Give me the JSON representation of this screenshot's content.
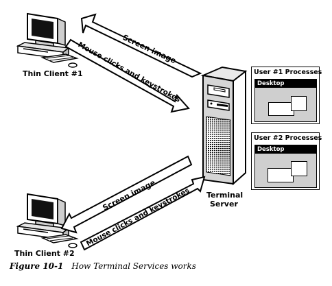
{
  "clients": [
    {
      "label": "Thin Client #1"
    },
    {
      "label": "Thin Client #2"
    }
  ],
  "server": {
    "label_line1": "Terminal",
    "label_line2": "Server"
  },
  "arrows": {
    "top_screen": "Screen image",
    "top_mouse": "Mouse clicks and keystrokes",
    "bottom_screen": "Screen image",
    "bottom_mouse": "Mouse clicks and keystrokes"
  },
  "panels": [
    {
      "title": "User #1 Processes",
      "desktop_label": "Desktop"
    },
    {
      "title": "User #2 Processes",
      "desktop_label": "Desktop"
    }
  ],
  "caption": {
    "figure": "Figure 10-1",
    "text": "How Terminal Services works"
  }
}
